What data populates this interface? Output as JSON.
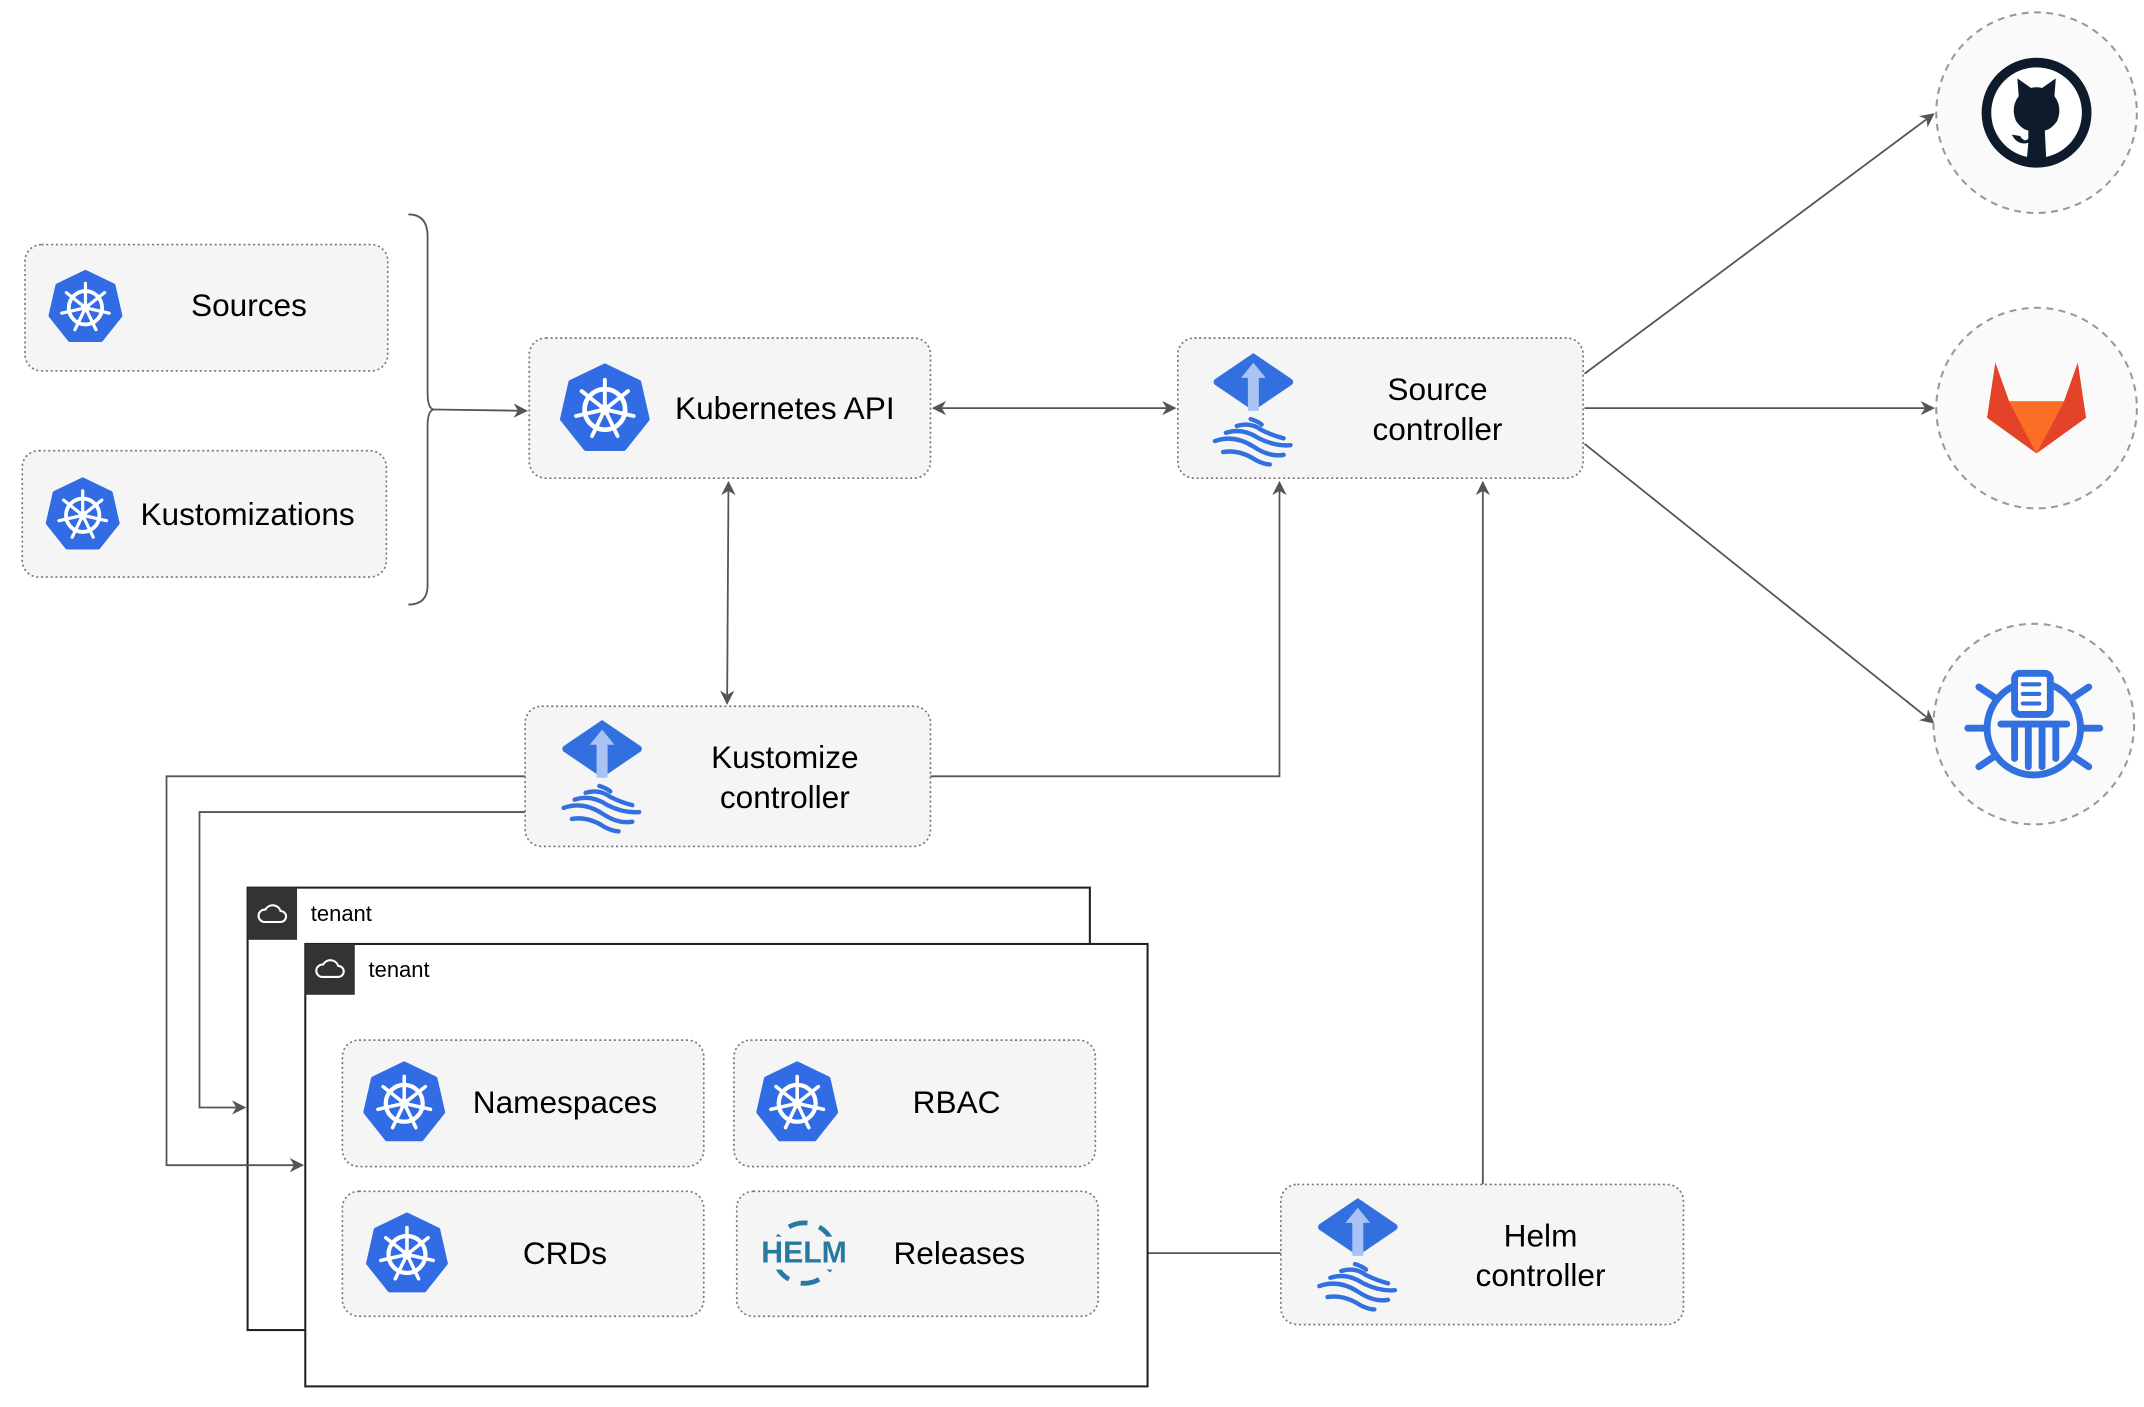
{
  "nodes": {
    "sources": "Sources",
    "kustomizations": "Kustomizations",
    "kubernetes_api": "Kubernetes API",
    "source_controller": [
      "Source",
      "controller"
    ],
    "kustomize_controller": [
      "Kustomize",
      "controller"
    ],
    "helm_controller": [
      "Helm",
      "controller"
    ],
    "namespaces": "Namespaces",
    "rbac": "RBAC",
    "crds": "CRDs",
    "releases": "Releases"
  },
  "tenants": [
    "tenant",
    "tenant"
  ],
  "helm_logo_text": "HELM",
  "external_sources": [
    "github-icon",
    "gitlab-icon",
    "bucket-icon"
  ],
  "colors": {
    "kubernetes_blue": "#326ce5",
    "flux_blue": "#3270e0",
    "helm_blue": "#277a9f",
    "box_fill": "#f5f5f5",
    "tenant_header": "#333333"
  }
}
